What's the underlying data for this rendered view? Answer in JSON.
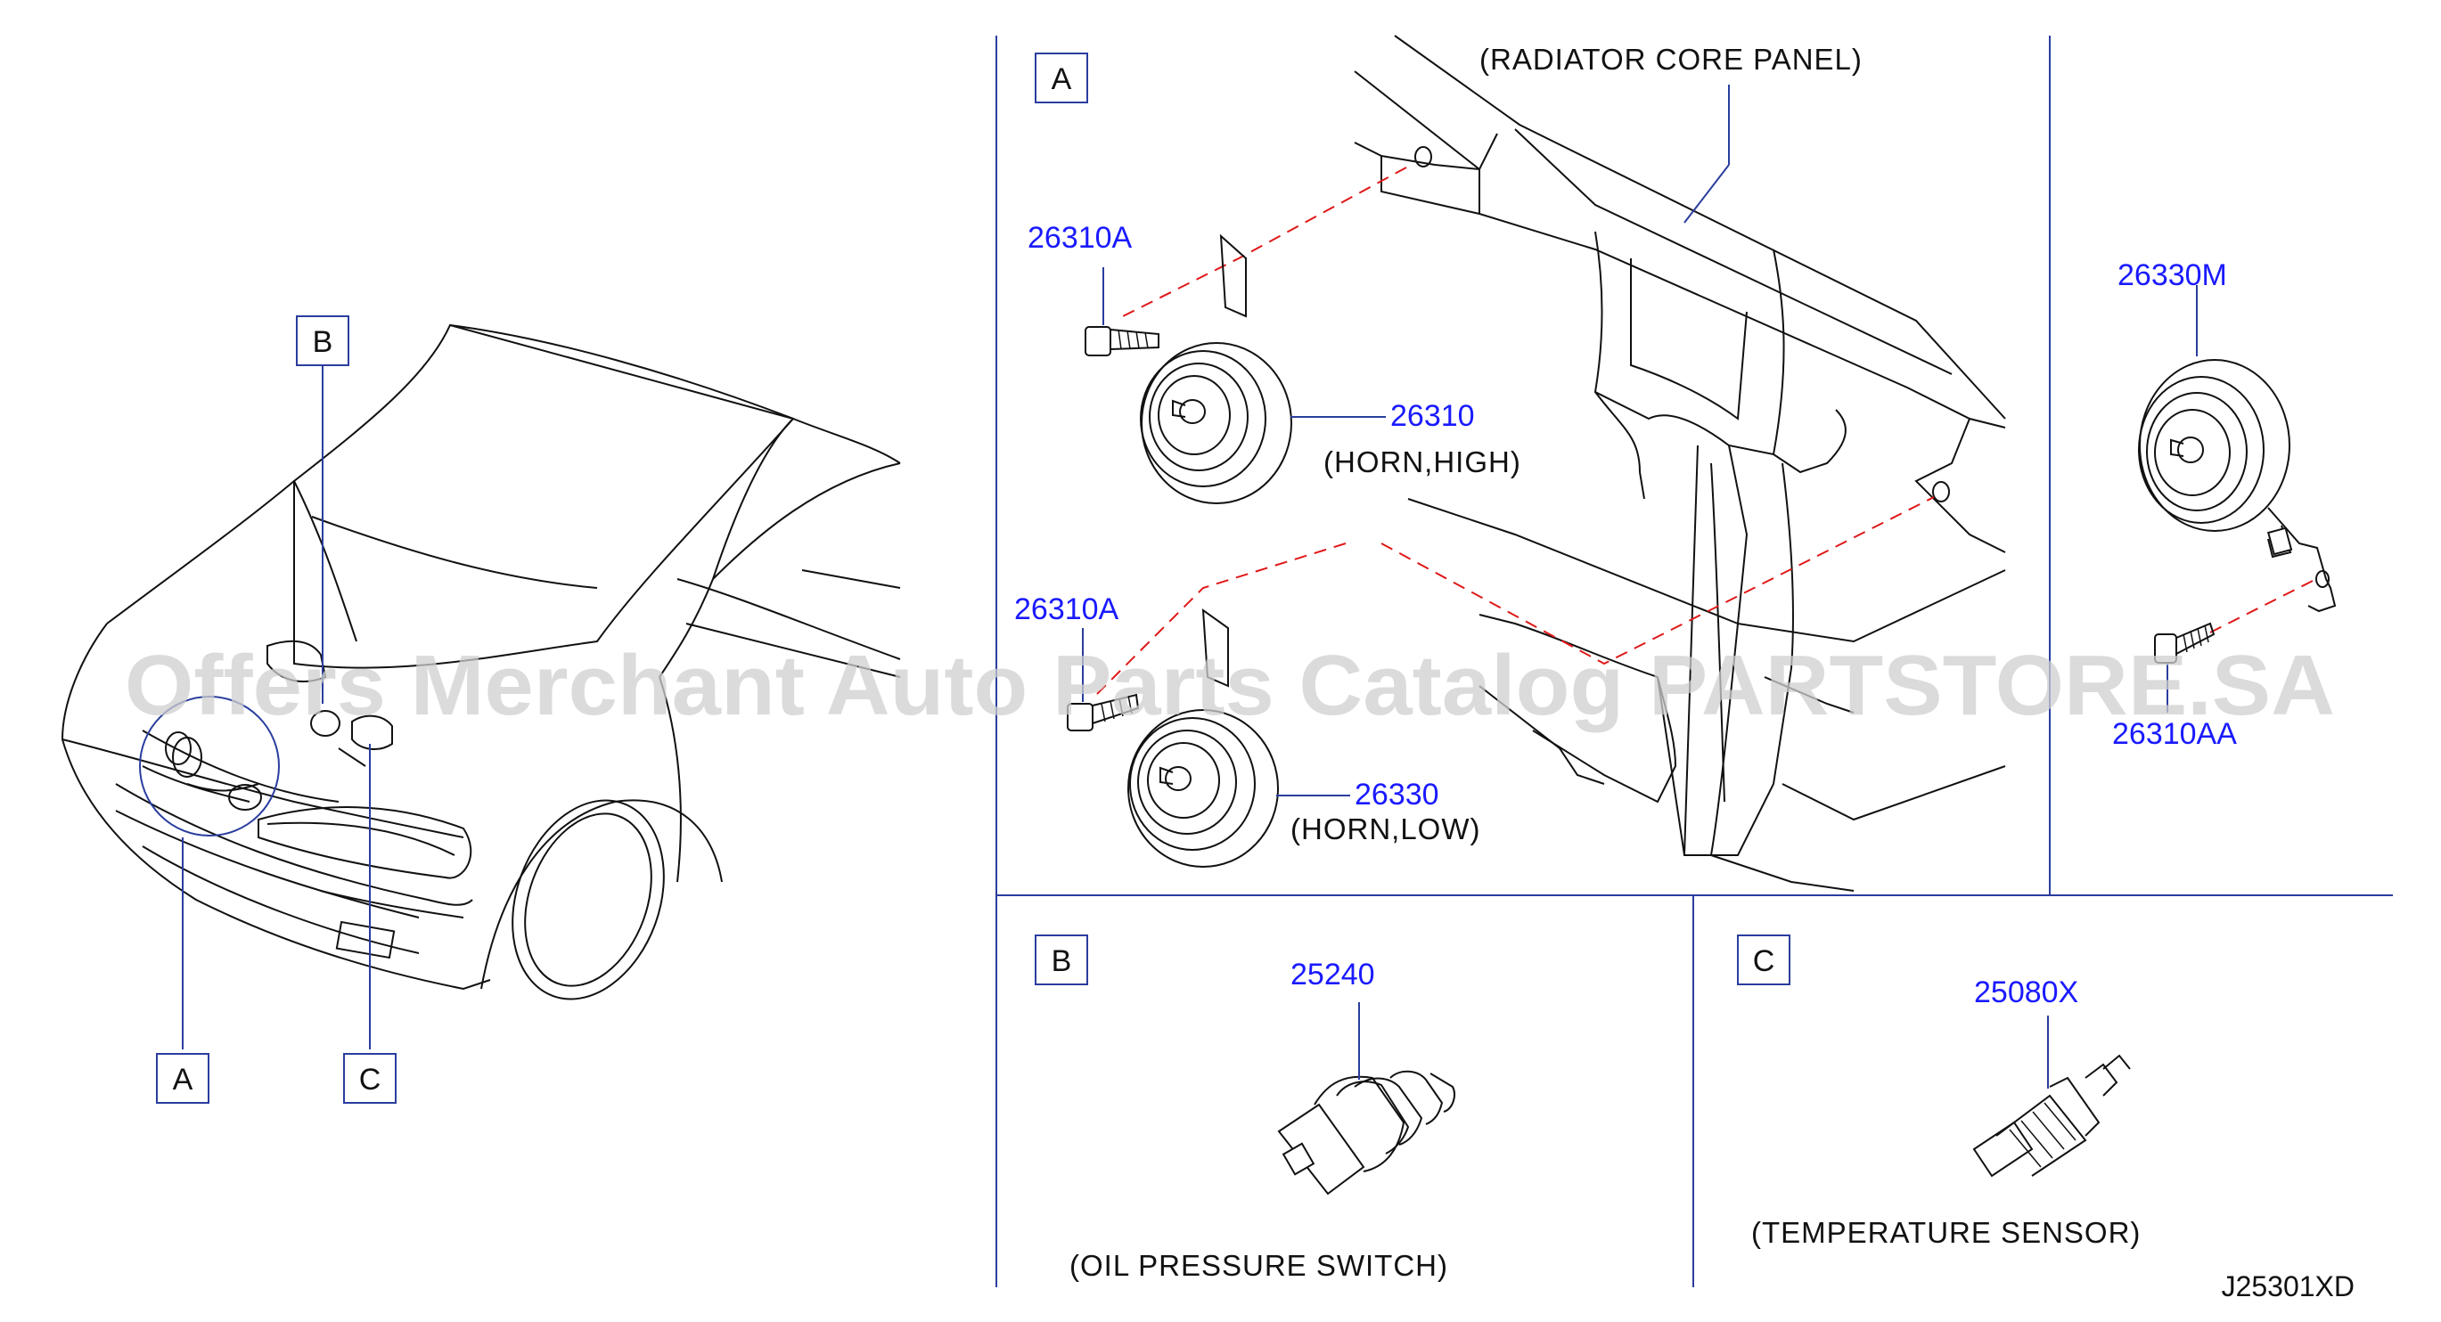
{
  "callouts": {
    "overview_a": "A",
    "overview_b": "B",
    "overview_c": "C",
    "panel_a": "A",
    "panel_b": "B",
    "panel_c": "C"
  },
  "parts": {
    "bolt_high": "26310A",
    "horn_high": "26310",
    "horn_high_desc": "(HORN,HIGH)",
    "bolt_low": "26310A",
    "horn_low": "26330",
    "horn_low_desc": "(HORN,LOW)",
    "horn_m": "26330M",
    "bolt_aa": "26310AA",
    "radiator": "(RADIATOR  CORE  PANEL)",
    "oil_switch": "25240",
    "oil_switch_desc": "(OIL  PRESSURE  SWITCH)",
    "temp_sensor": "25080X",
    "temp_sensor_desc": "(TEMPERATURE  SENSOR)"
  },
  "diagram_code": "J25301XD",
  "watermark": "Offers Merchant Auto Parts Catalog PARTSTORE.SA",
  "colors": {
    "part_number": "#1a1aff",
    "leader": "#2a3d9e",
    "hidden_line": "#e01818",
    "ink": "#111111"
  }
}
